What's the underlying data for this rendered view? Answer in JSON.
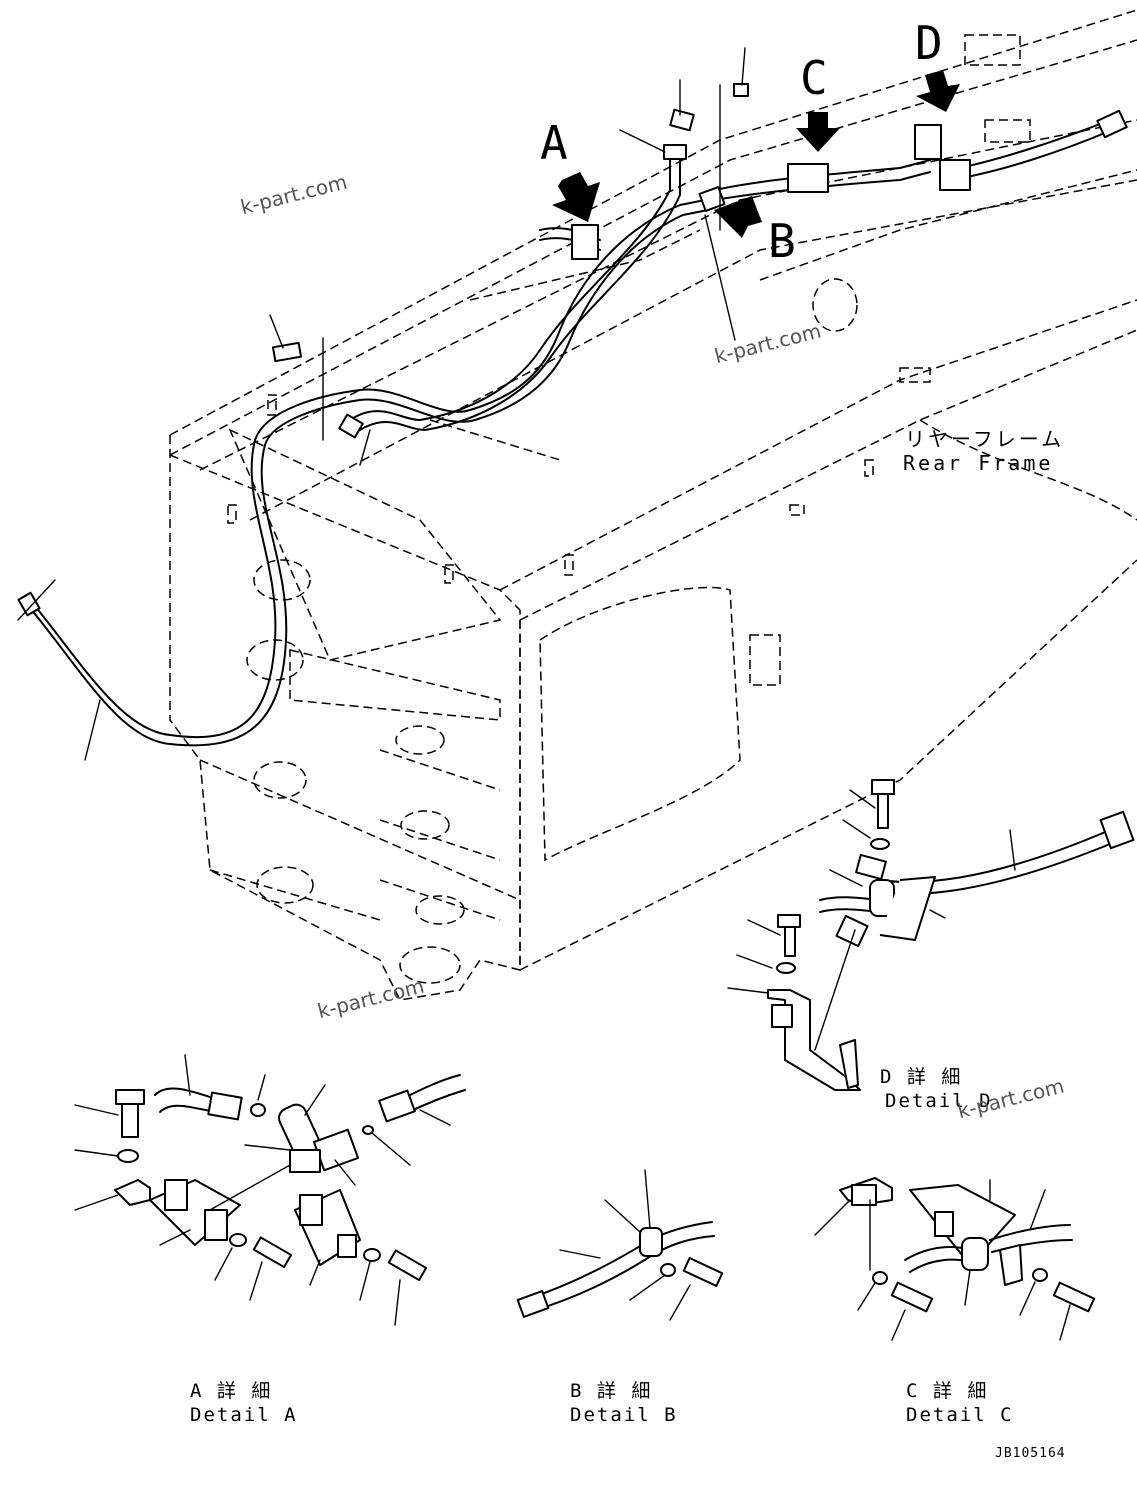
{
  "view_letters": {
    "a": "A",
    "b": "B",
    "c": "C",
    "d": "D"
  },
  "frame_label": {
    "jp": "リヤーフレーム",
    "en": "Rear Frame"
  },
  "details": {
    "a": {
      "jp": "A 詳 細",
      "en": "Detail A"
    },
    "b": {
      "jp": "B 詳 細",
      "en": "Detail B"
    },
    "c": {
      "jp": "C 詳 細",
      "en": "Detail C"
    },
    "d": {
      "jp": "D 詳 細",
      "en": "Detail D"
    }
  },
  "watermark": "k-part.com",
  "doc_number": "JB105164"
}
